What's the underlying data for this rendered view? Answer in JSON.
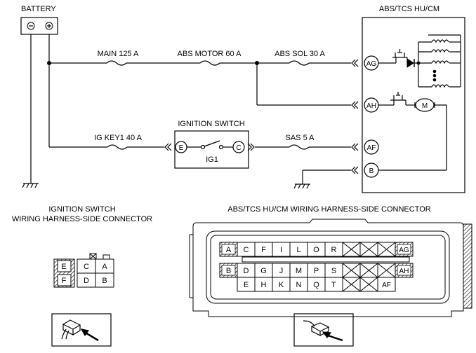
{
  "schematic": {
    "battery_label": "BATTERY",
    "battery_neg": "⊖",
    "battery_pos": "⊕",
    "module_label": "ABS/TCS HU/CM",
    "fuses": {
      "main": "MAIN 125 A",
      "abs_motor": "ABS MOTOR 60 A",
      "abs_sol": "ABS SOL 30 A",
      "ig_key1": "IG KEY1 40 A",
      "sas": "SAS 5 A"
    },
    "ignition_switch": {
      "title": "IGNITION SWITCH",
      "terminal_e": "E",
      "terminal_c": "C",
      "position": "IG1"
    },
    "terminals": {
      "ag": "AG",
      "ah": "AH",
      "af": "AF",
      "b": "B"
    },
    "motor": "M"
  },
  "ign_connector": {
    "title_line1": "IGNITION SWITCH",
    "title_line2": "WIRING HARNESS-SIDE CONNECTOR",
    "pins": {
      "e": "E",
      "c": "C",
      "a": "A",
      "f": "F",
      "d": "D",
      "b": "B"
    }
  },
  "abs_connector": {
    "title": "ABS/TCS HU/CM WIRING HARNESS-SIDE CONNECTOR",
    "row1": [
      "A",
      "C",
      "F",
      "I",
      "L",
      "O",
      "R",
      "",
      "",
      "",
      "AG"
    ],
    "row2": [
      "B",
      "D",
      "G",
      "J",
      "M",
      "P",
      "S",
      "",
      "",
      "",
      "AH"
    ],
    "row3": [
      "E",
      "H",
      "K",
      "N",
      "Q",
      "T",
      "",
      "",
      "AF"
    ]
  }
}
